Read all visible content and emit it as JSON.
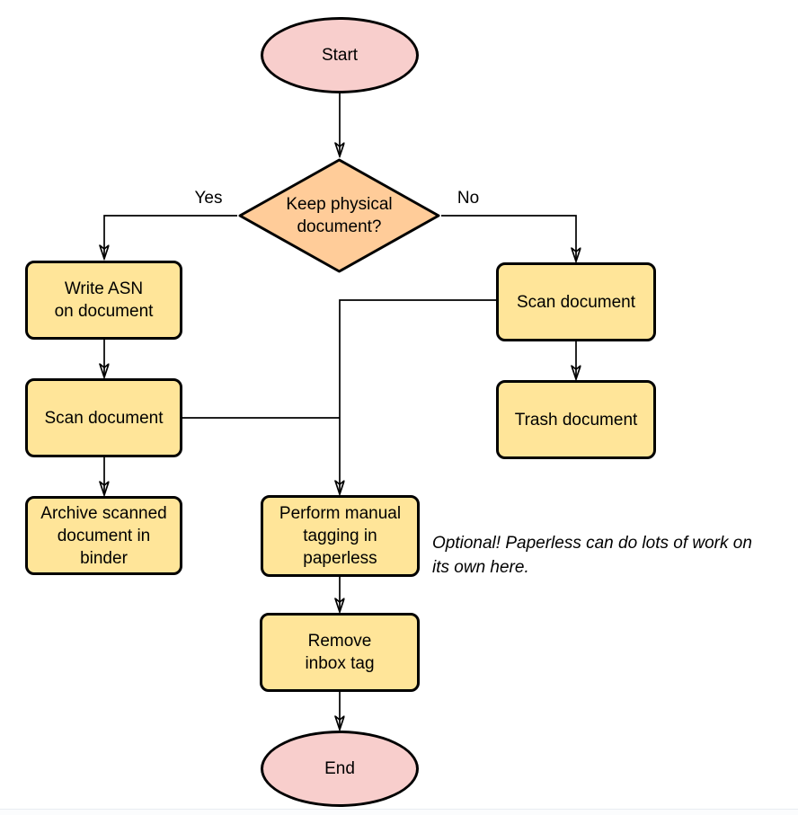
{
  "diagram": {
    "type": "flowchart",
    "colors": {
      "terminal_fill": "#f8cecc",
      "decision_fill": "#ffcc99",
      "process_fill": "#ffe599",
      "stroke": "#000000",
      "canvas_bg": "#ffffff"
    },
    "nodes": {
      "start": "Start",
      "decision": "Keep physical\ndocument?",
      "write_asn": "Write ASN\non document",
      "scan_left": "Scan document",
      "archive": "Archive scanned\ndocument in\nbinder",
      "scan_right": "Scan document",
      "trash": "Trash document",
      "tagging": "Perform manual\ntagging in\npaperless",
      "remove_inbox": "Remove\ninbox tag",
      "end": "End"
    },
    "edge_labels": {
      "yes": "Yes",
      "no": "No"
    },
    "annotation": "Optional! Paperless can do lots of work on\nits own here.",
    "edges": [
      "start -> decision",
      "decision -> write_asn (Yes)",
      "decision -> scan_right (No)",
      "write_asn -> scan_left",
      "scan_left -> archive",
      "scan_left -> tagging",
      "scan_right -> trash",
      "scan_right -> tagging",
      "tagging -> remove_inbox",
      "remove_inbox -> end"
    ]
  }
}
